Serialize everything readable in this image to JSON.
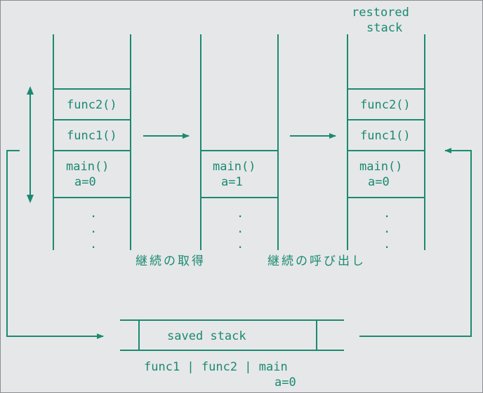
{
  "diagram": {
    "restored_label_line1": "restored",
    "restored_label_line2": "stack",
    "stack1": {
      "frame_top": "func2()",
      "frame_mid": "func1()",
      "frame_main_line1": "main()",
      "frame_main_line2": "a=0"
    },
    "stack2": {
      "frame_main_line1": "main()",
      "frame_main_line2": "a=1"
    },
    "stack3": {
      "frame_top": "func2()",
      "frame_mid": "func1()",
      "frame_main_line1": "main()",
      "frame_main_line2": "a=0"
    },
    "dot": ".",
    "caption_capture": "継続の取得",
    "caption_invoke": "継続の呼び出し",
    "saved_box_label": "saved stack",
    "saved_contents_line1": "func1 | func2 | main",
    "saved_contents_line2": "a=0",
    "colors": {
      "line": "#1a8a70",
      "background": "#e6e7e9",
      "border": "#8a8c90"
    }
  }
}
